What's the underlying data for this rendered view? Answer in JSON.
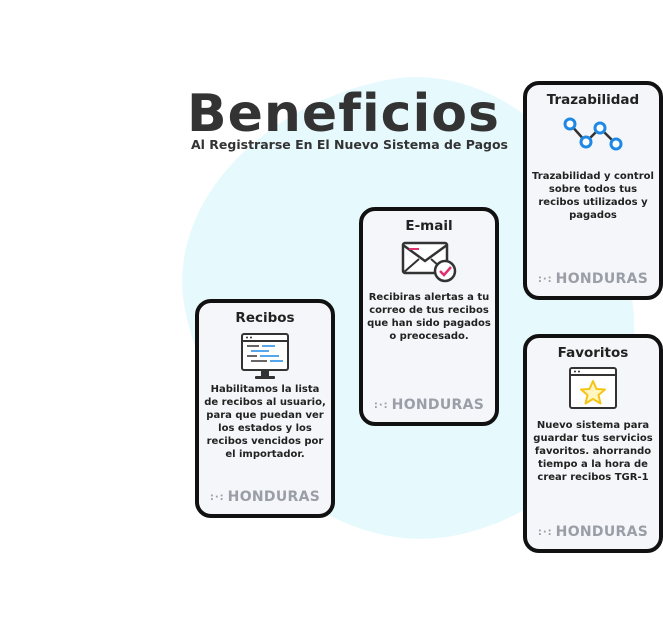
{
  "header": {
    "title": "Beneficios",
    "subtitle": "Al Registrarse En El Nuevo Sistema de Pagos"
  },
  "cards": {
    "recibos": {
      "title": "Recibos",
      "text": "Habilitamos la lista de recibos al usuario, para que puedan ver los estados y los recibos vencidos por el importador.",
      "brand": "HONDURAS"
    },
    "email": {
      "title": "E-mail",
      "text": "Recibiras alertas a tu correo de tus recibos que han sido pagados o preocesado.",
      "brand": "HONDURAS"
    },
    "trazabilidad": {
      "title": "Trazabilidad",
      "text": "Trazabilidad y control sobre todos tus recibos utilizados y pagados",
      "brand": "HONDURAS"
    },
    "favoritos": {
      "title": "Favoritos",
      "text": "Nuevo sistema para guardar tus servicios favoritos. ahorrando tiempo a la hora de crear recibos TGR-1",
      "brand": "HONDURAS"
    }
  },
  "icons": {
    "recibos": "code-window-icon",
    "email": "mail-check-icon",
    "trazabilidad": "route-icon",
    "favoritos": "star-window-icon"
  },
  "colors": {
    "accent_blue": "#1e88e5",
    "accent_pink": "#e0306e",
    "star_yellow": "#f5c518",
    "background_blob": "#e6f9fd"
  }
}
